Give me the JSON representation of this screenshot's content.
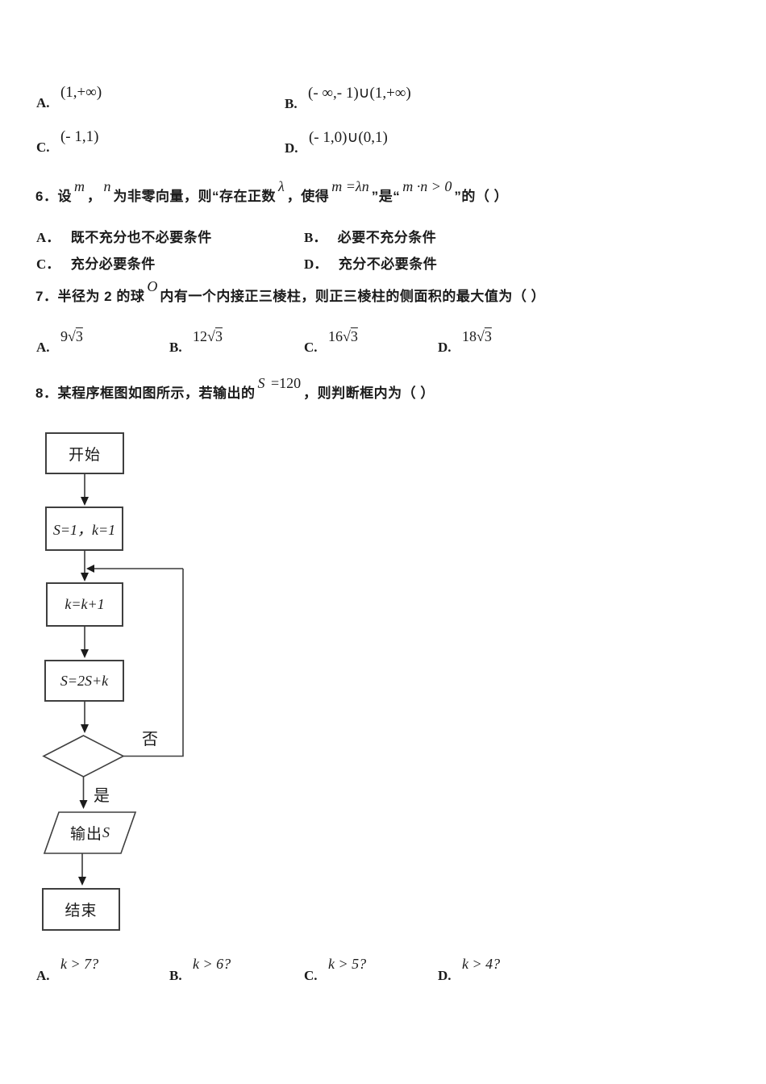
{
  "q5_options": {
    "a": {
      "label": "A.",
      "value": "(1,+∞)"
    },
    "b": {
      "label": "B.",
      "value": "(- ∞,- 1)∪(1,+∞)"
    },
    "c": {
      "label": "C.",
      "value": "(- 1,1)"
    },
    "d": {
      "label": "D.",
      "value": "(- 1,0)∪(0,1)"
    }
  },
  "q6": {
    "stem": {
      "p1": "6．设",
      "m1": "m",
      "p2": "，",
      "m2": "n",
      "p3": "为非零向量，则“存在正数",
      "m3": "λ",
      "p4": "，使得",
      "m4": "m =λn",
      "p5": "”是“",
      "m5": "m ·n > 0",
      "p6": "”的（  ）"
    },
    "options": {
      "a": {
        "label": "A．",
        "text": "既不充分也不必要条件"
      },
      "b": {
        "label": "B．",
        "text": "必要不充分条件"
      },
      "c": {
        "label": "C．",
        "text": "充分必要条件"
      },
      "d": {
        "label": "D．",
        "text": "充分不必要条件"
      }
    }
  },
  "q7": {
    "stem": {
      "p1": "7．半径为 2 的球",
      "m1": "O",
      "p2": "内有一个内接正三棱柱，则正三棱柱的侧面积的最大值为（  ）"
    },
    "options": {
      "a": {
        "label": "A.",
        "value": "9√3"
      },
      "b": {
        "label": "B.",
        "value": "12√3"
      },
      "c": {
        "label": "C.",
        "value": "16√3"
      },
      "d": {
        "label": "D.",
        "value": "18√3"
      }
    }
  },
  "q8": {
    "stem": {
      "p1": "8．某程序框图如图所示，若输出的",
      "m1": "S",
      "m2": " =120",
      "p2": "，则判断框内为（  ）"
    },
    "options": {
      "a": {
        "label": "A.",
        "value": "k > 7?"
      },
      "b": {
        "label": "B.",
        "value": "k > 6?"
      },
      "c": {
        "label": "C.",
        "value": "k > 5?"
      },
      "d": {
        "label": "D.",
        "value": "k > 4?"
      }
    }
  },
  "flowchart": {
    "start": "开始",
    "init": "S=1，k=1",
    "increment": "k=k+1",
    "accumulate": "S=2S+k",
    "no": "否",
    "yes": "是",
    "output_cn": "输出",
    "output_var": "S",
    "end": "结束"
  },
  "colors": {
    "ink": "#1b1b1b",
    "line": "#3f3f3f",
    "paper": "#ffffff"
  }
}
